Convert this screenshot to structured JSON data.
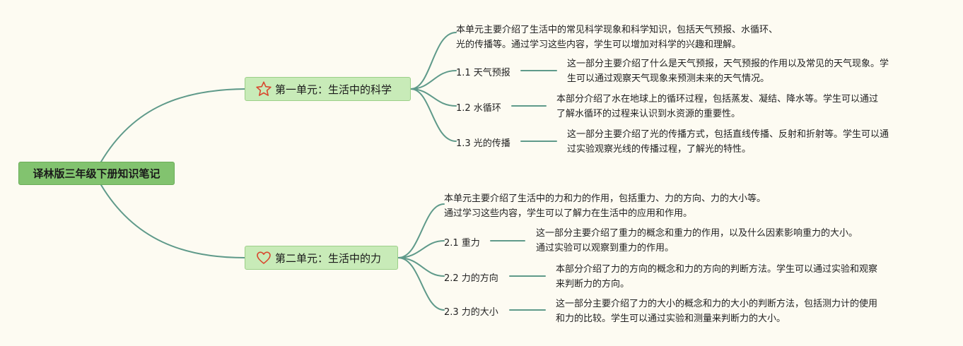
{
  "root": {
    "title": "译林版三年级下册知识笔记"
  },
  "units": [
    {
      "title": "第一单元：生活中的科学",
      "icon": "star-icon",
      "summary": [
        "本单元主要介绍了生活中的常见科学现象和科学知识，包括天气预报、水循环、",
        "光的传播等。通过学习这些内容，学生可以增加对科学的兴趣和理解。"
      ],
      "topics": [
        {
          "label": "1.1 天气预报",
          "desc": [
            "这一部分主要介绍了什么是天气预报，天气预报的作用以及常见的天气现象。学",
            "生可以通过观察天气现象来预测未来的天气情况。"
          ]
        },
        {
          "label": "1.2 水循环",
          "desc": [
            "本部分介绍了水在地球上的循环过程，包括蒸发、凝结、降水等。学生可以通过",
            "了解水循环的过程来认识到水资源的重要性。"
          ]
        },
        {
          "label": "1.3 光的传播",
          "desc": [
            "这一部分主要介绍了光的传播方式，包括直线传播、反射和折射等。学生可以通",
            "过实验观察光线的传播过程，了解光的特性。"
          ]
        }
      ]
    },
    {
      "title": "第二单元：生活中的力",
      "icon": "heart-icon",
      "summary": [
        "本单元主要介绍了生活中的力和力的作用，包括重力、力的方向、力的大小等。",
        "通过学习这些内容，学生可以了解力在生活中的应用和作用。"
      ],
      "topics": [
        {
          "label": "2.1 重力",
          "desc": [
            "这一部分主要介绍了重力的概念和重力的作用，以及什么因素影响重力的大小。",
            "通过实验可以观察到重力的作用。"
          ]
        },
        {
          "label": "2.2 力的方向",
          "desc": [
            "本部分介绍了力的方向的概念和力的方向的判断方法。学生可以通过实验和观察",
            "来判断力的方向。"
          ]
        },
        {
          "label": "2.3 力的大小",
          "desc": [
            "这一部分主要介绍了力的大小的概念和力的大小的判断方法，包括测力计的使用",
            "和力的比较。学生可以通过实验和测量来判断力的大小。"
          ]
        }
      ]
    }
  ],
  "colors": {
    "line": "#5f9a8a",
    "root": "#82c36f",
    "unit": "#c8ebb8",
    "icon": "#d9472e",
    "background": "#fdfbf2"
  }
}
